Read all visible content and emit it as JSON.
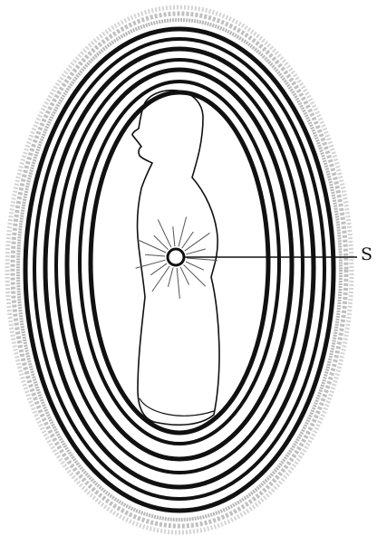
{
  "figure": {
    "pointer_label": "S",
    "colors": {
      "ink": "#111111",
      "halo": "#bdbdbd",
      "background": "#ffffff"
    },
    "elements": {
      "outer_halo": "outer-aura-halo",
      "rings": "concentric-aura-rings",
      "body": "human-figure-outline",
      "center": "radiating-center-point"
    }
  }
}
